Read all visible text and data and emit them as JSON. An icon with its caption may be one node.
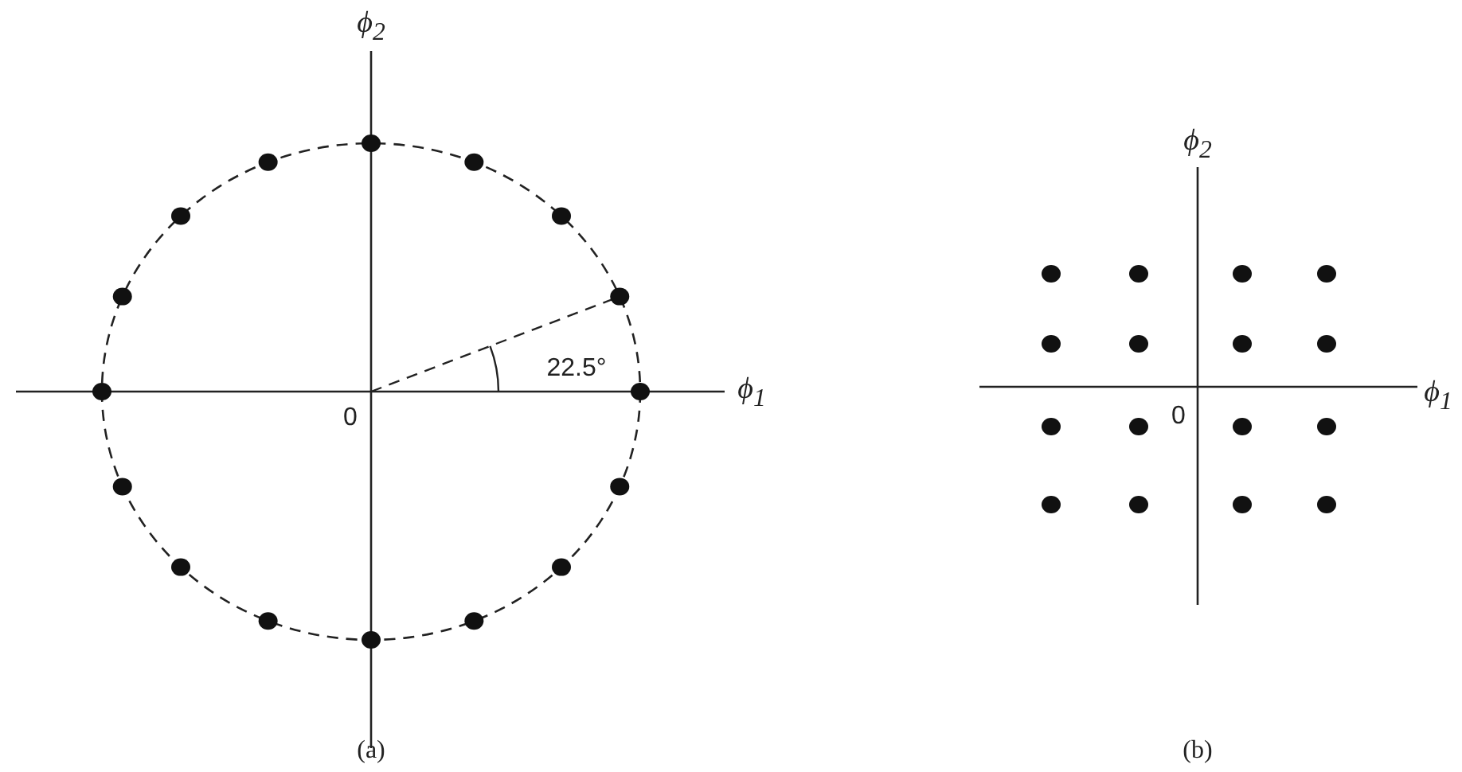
{
  "diagram": {
    "labels": [
      "ϕ$_{2}$",
      "ϕ$_{2}$",
      "ϕ$_{1}$",
      "ϕ$_{1}$",
      "0",
      "22.5°",
      "0",
      "(a)",
      "(b)"
    ]
  }
}
